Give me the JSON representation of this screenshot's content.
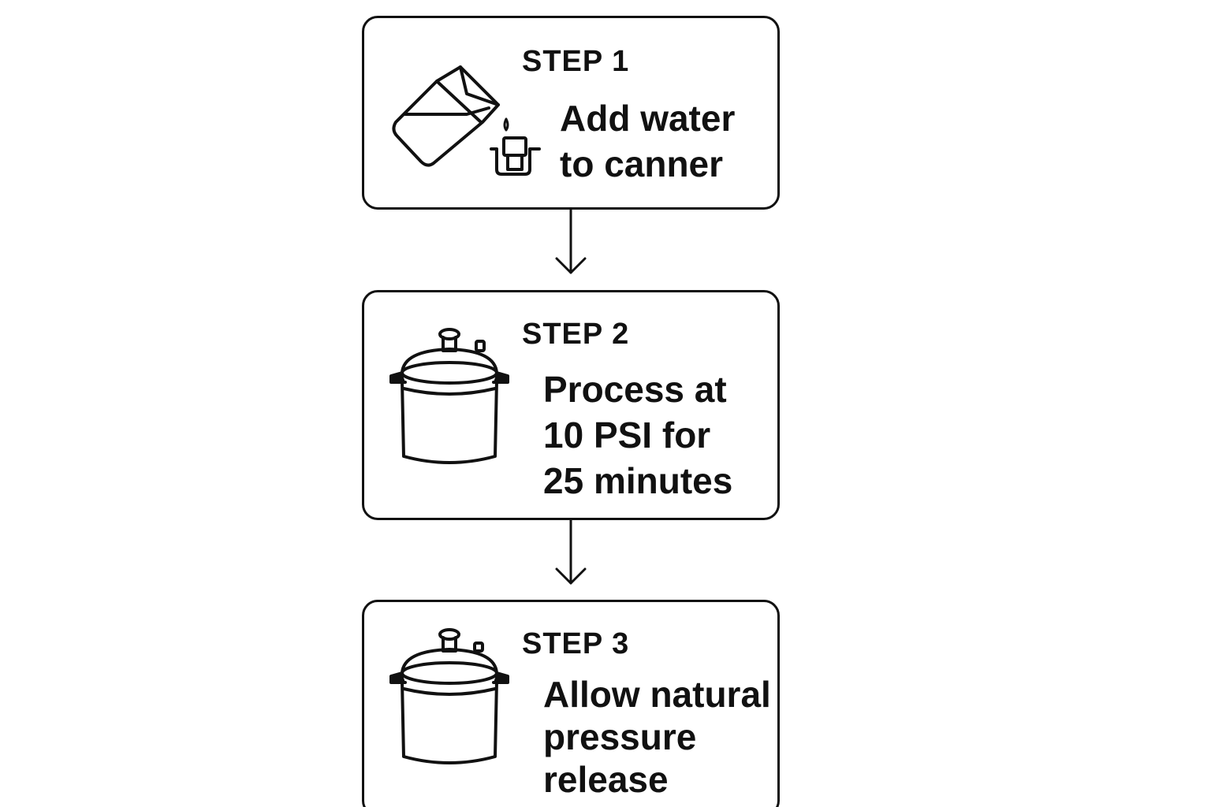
{
  "steps": [
    {
      "label": "STEP 1",
      "lines": [
        "Add water",
        "to canner"
      ],
      "icon": "pitcher-pouring-into-canner-icon"
    },
    {
      "label": "STEP 2",
      "lines": [
        "Process at",
        "10 PSI for",
        "25 minutes"
      ],
      "icon": "pressure-canner-icon"
    },
    {
      "label": "STEP 3",
      "lines": [
        "Allow natural",
        "pressure",
        "release"
      ],
      "icon": "pressure-canner-icon"
    }
  ],
  "colors": {
    "stroke": "#111111",
    "background": "#ffffff"
  }
}
